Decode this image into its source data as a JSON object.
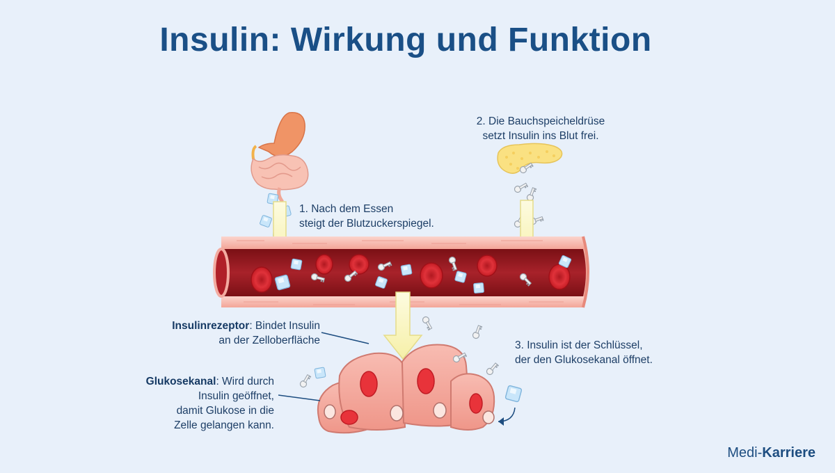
{
  "title": "Insulin: Wirkung und Funktion",
  "steps": {
    "step1": {
      "line1": "1. Nach dem Essen",
      "line2": "steigt der Blutzuckerspiegel."
    },
    "step2": {
      "line1": "2. Die Bauchspeicheldrüse",
      "line2": "setzt Insulin ins Blut frei."
    },
    "step3": {
      "line1": "3. Insulin ist der Schlüssel,",
      "line2": "der den Glukosekanal öffnet."
    }
  },
  "receptor": {
    "term": "Insulinrezeptor",
    "rest1": ": Bindet Insulin",
    "line2": "an der Zelloberfläche"
  },
  "channel": {
    "term": "Glukosekanal",
    "rest1": ": Wird durch",
    "line2": "Insulin geöffnet,",
    "line3": "damit Glukose in die",
    "line4": "Zelle gelangen kann."
  },
  "brand": {
    "part1": "Medi-",
    "part2": "Karriere"
  },
  "colors": {
    "background": "#e8f0fa",
    "title": "#1a4f86",
    "vessel_wall": "#f5b7ad",
    "vessel_lumen": "#9a1c22",
    "blood_cell": "#d4242c",
    "arrow": "#fbf7c4",
    "cell_body": "#f4a79c",
    "nucleus": "#e8333a",
    "pancreas": "#fae182",
    "stomach": "#f0a070"
  },
  "icons": [
    "stomach-intestine-icon",
    "pancreas-icon",
    "insulin-key-icon",
    "glucose-cube-icon",
    "red-blood-cell-icon",
    "body-cell-icon"
  ]
}
